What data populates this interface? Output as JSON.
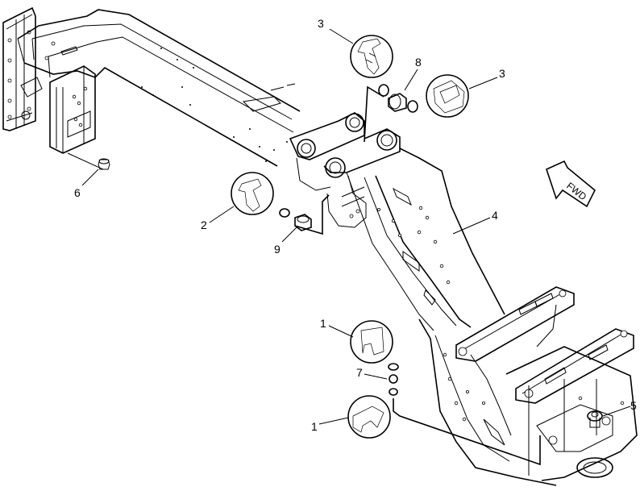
{
  "callouts": [
    {
      "id": "3a",
      "text": "3"
    },
    {
      "id": "8",
      "text": "8"
    },
    {
      "id": "3b",
      "text": "3"
    },
    {
      "id": "6",
      "text": "6"
    },
    {
      "id": "2",
      "text": "2"
    },
    {
      "id": "9",
      "text": "9"
    },
    {
      "id": "4",
      "text": "4"
    },
    {
      "id": "1a",
      "text": "1"
    },
    {
      "id": "7",
      "text": "7"
    },
    {
      "id": "1b",
      "text": "1"
    },
    {
      "id": "5",
      "text": "5"
    }
  ],
  "direction_arrow": {
    "text": "FWD"
  }
}
